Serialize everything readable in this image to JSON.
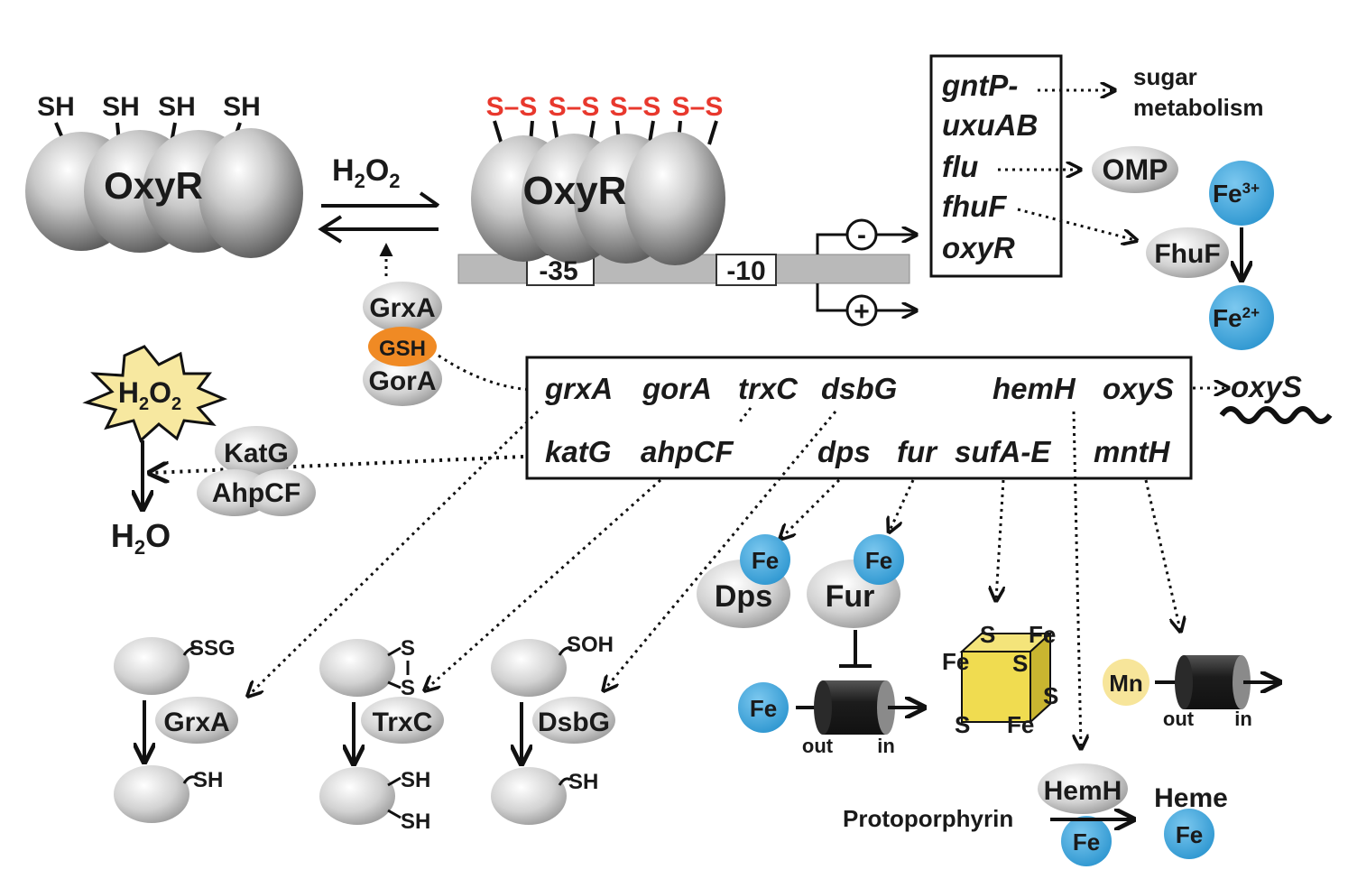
{
  "oxyr_reduced": {
    "label": "OxyR",
    "sh": [
      "SH",
      "SH",
      "SH",
      "SH"
    ]
  },
  "oxyr_oxidized": {
    "label": "OxyR",
    "ss": [
      "S–S",
      "S–S",
      "S–S",
      "S–S"
    ]
  },
  "h2o2_top": {
    "main": "H",
    "sub": "2",
    "main2": "O",
    "sub2": "2"
  },
  "promoter": {
    "minus35": "-35",
    "minus10": "-10",
    "repress": "-",
    "activate": "+"
  },
  "repressed_genes": [
    "gntP-",
    "uxuAB",
    "flu",
    "fhuF",
    "oxyR"
  ],
  "repressed_targets": {
    "sugar1": "sugar",
    "sugar2": "metabolism",
    "omp": "OMP",
    "fhuf": "FhuF"
  },
  "iron_right": {
    "fe3": "Fe",
    "fe3_sup": "3+",
    "fe2": "Fe",
    "fe2_sup": "2+"
  },
  "glutathione": {
    "grxa": "GrxA",
    "gsh": "GSH",
    "gora": "GorA"
  },
  "activated_genes_row1": [
    "grxA",
    "gorA",
    "trxC",
    "dsbG",
    "hemH",
    "oxyS"
  ],
  "activated_genes_row2": [
    "katG",
    "ahpCF",
    "dps",
    "fur",
    "sufA-E",
    "mntH"
  ],
  "oxys_rna": "oxyS",
  "peroxide_burst": {
    "main": "H",
    "sub": "2",
    "main2": "O",
    "sub2": "2"
  },
  "scavengers": {
    "katg": "KatG",
    "ahpcf": "AhpCF"
  },
  "water": {
    "main": "H",
    "sub": "2",
    "main2": "O"
  },
  "thiol_systems": [
    {
      "top": "SSG",
      "enzyme": "GrxA",
      "bottom": "SH"
    },
    {
      "top1": "S",
      "top2": "S",
      "enzyme": "TrxC",
      "bottom1": "SH",
      "bottom2": "SH"
    },
    {
      "top": "SOH",
      "enzyme": "DsbG",
      "bottom": "SH"
    }
  ],
  "iron_storage": {
    "dps": "Dps",
    "fur": "Fur",
    "fe": "Fe"
  },
  "transporter_fe": {
    "fe": "Fe",
    "out": "out",
    "in": "in"
  },
  "fes_cluster": {
    "labels": [
      "S",
      "Fe",
      "Fe",
      "S",
      "S",
      "S",
      "Fe"
    ]
  },
  "transporter_mn": {
    "mn": "Mn",
    "out": "out",
    "in": "in"
  },
  "heme": {
    "hemh": "HemH",
    "fe": "Fe",
    "substrate": "Protoporphyrin",
    "product": "Heme"
  },
  "colors": {
    "iron": "#3fa9e0",
    "gsh": "#f08a24",
    "disulfide": "#e8382d",
    "fes": "#f0dc50",
    "mn": "#f7e59a",
    "protein": "#aaaaaa"
  }
}
